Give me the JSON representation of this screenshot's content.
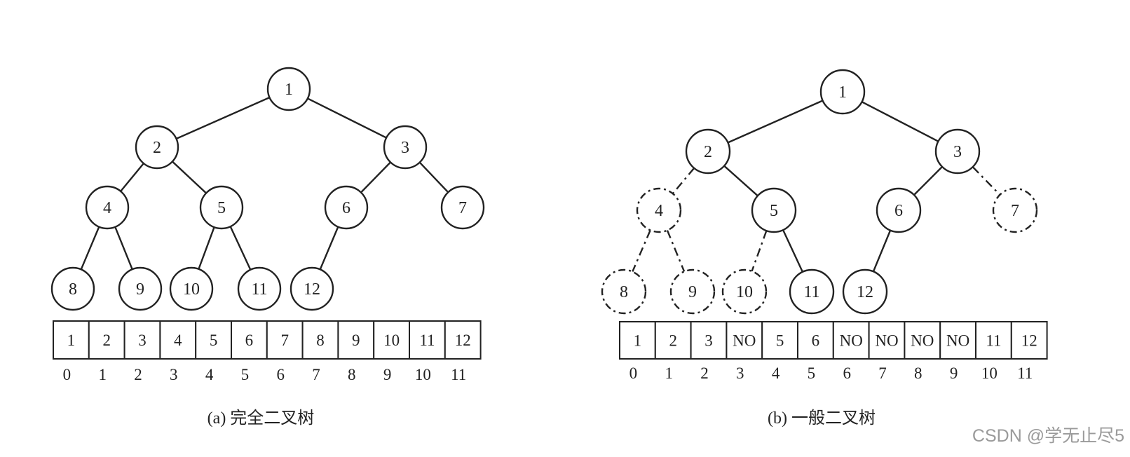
{
  "diagrams": [
    {
      "id": "a",
      "caption": "(a) 完全二叉树",
      "nodes": [
        {
          "label": "1",
          "style": "solid"
        },
        {
          "label": "2",
          "style": "solid"
        },
        {
          "label": "3",
          "style": "solid"
        },
        {
          "label": "4",
          "style": "solid"
        },
        {
          "label": "5",
          "style": "solid"
        },
        {
          "label": "6",
          "style": "solid"
        },
        {
          "label": "7",
          "style": "solid"
        },
        {
          "label": "8",
          "style": "solid"
        },
        {
          "label": "9",
          "style": "solid"
        },
        {
          "label": "10",
          "style": "solid"
        },
        {
          "label": "11",
          "style": "solid"
        },
        {
          "label": "12",
          "style": "solid"
        }
      ],
      "edges": [
        {
          "from": 0,
          "to": 1,
          "style": "solid"
        },
        {
          "from": 0,
          "to": 2,
          "style": "solid"
        },
        {
          "from": 1,
          "to": 3,
          "style": "solid"
        },
        {
          "from": 1,
          "to": 4,
          "style": "solid"
        },
        {
          "from": 2,
          "to": 5,
          "style": "solid"
        },
        {
          "from": 2,
          "to": 6,
          "style": "solid"
        },
        {
          "from": 3,
          "to": 7,
          "style": "solid"
        },
        {
          "from": 3,
          "to": 8,
          "style": "solid"
        },
        {
          "from": 4,
          "to": 9,
          "style": "solid"
        },
        {
          "from": 4,
          "to": 10,
          "style": "solid"
        },
        {
          "from": 5,
          "to": 11,
          "style": "solid"
        }
      ],
      "array": [
        "1",
        "2",
        "3",
        "4",
        "5",
        "6",
        "7",
        "8",
        "9",
        "10",
        "11",
        "12"
      ],
      "indices": [
        "0",
        "1",
        "2",
        "3",
        "4",
        "5",
        "6",
        "7",
        "8",
        "9",
        "10",
        "11"
      ]
    },
    {
      "id": "b",
      "caption": "(b) 一般二叉树",
      "nodes": [
        {
          "label": "1",
          "style": "solid"
        },
        {
          "label": "2",
          "style": "solid"
        },
        {
          "label": "3",
          "style": "solid"
        },
        {
          "label": "4",
          "style": "dashed"
        },
        {
          "label": "5",
          "style": "solid"
        },
        {
          "label": "6",
          "style": "solid"
        },
        {
          "label": "7",
          "style": "dashed"
        },
        {
          "label": "8",
          "style": "dashed"
        },
        {
          "label": "9",
          "style": "dashed"
        },
        {
          "label": "10",
          "style": "dashed"
        },
        {
          "label": "11",
          "style": "solid"
        },
        {
          "label": "12",
          "style": "solid"
        }
      ],
      "edges": [
        {
          "from": 0,
          "to": 1,
          "style": "solid"
        },
        {
          "from": 0,
          "to": 2,
          "style": "solid"
        },
        {
          "from": 1,
          "to": 3,
          "style": "dashed"
        },
        {
          "from": 1,
          "to": 4,
          "style": "solid"
        },
        {
          "from": 2,
          "to": 5,
          "style": "solid"
        },
        {
          "from": 2,
          "to": 6,
          "style": "dashed"
        },
        {
          "from": 3,
          "to": 7,
          "style": "dashed"
        },
        {
          "from": 3,
          "to": 8,
          "style": "dashed"
        },
        {
          "from": 4,
          "to": 9,
          "style": "dashed"
        },
        {
          "from": 4,
          "to": 10,
          "style": "solid"
        },
        {
          "from": 5,
          "to": 11,
          "style": "solid"
        }
      ],
      "array": [
        "1",
        "2",
        "3",
        "NO",
        "5",
        "6",
        "NO",
        "NO",
        "NO",
        "NO",
        "11",
        "12"
      ],
      "indices": [
        "0",
        "1",
        "2",
        "3",
        "4",
        "5",
        "6",
        "7",
        "8",
        "9",
        "10",
        "11"
      ]
    }
  ],
  "watermark": "CSDN @学无止尽5",
  "colors": {
    "stroke": "#222222",
    "background": "#ffffff",
    "watermark": "#9a9a9a"
  }
}
